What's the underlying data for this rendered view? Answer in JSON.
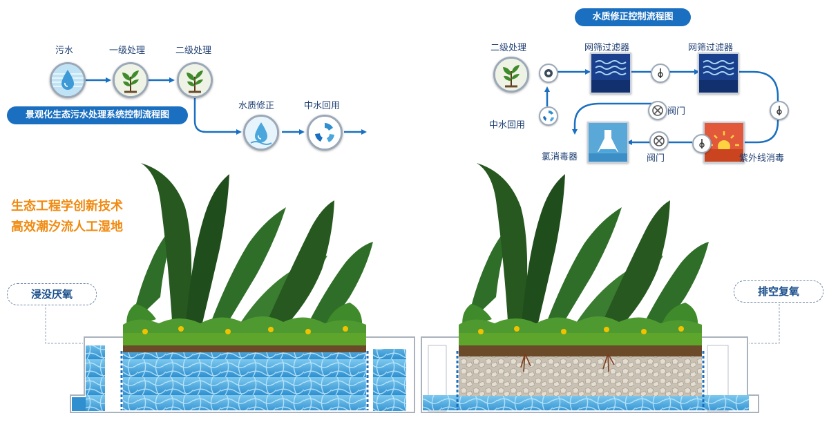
{
  "left_flow": {
    "steps": [
      "污水",
      "一级处理",
      "二级处理",
      "水质修正",
      "中水回用"
    ],
    "title": "景观化生态污水处理系统控制流程图"
  },
  "right_flow": {
    "title": "水质修正控制流程图",
    "secondary_treatment": "二级处理",
    "mesh_filter_1": "网筛过滤器",
    "mesh_filter_2": "网筛过滤器",
    "valve_upper": "阀门",
    "valve_lower": "阀门",
    "uv_disinfection": "紫外线消毒",
    "chlorine_disinfector": "氯消毒器",
    "reclaimed_water": "中水回用"
  },
  "headline": {
    "line1": "生态工程学创新技术",
    "line2": "高效潮汐流人工湿地"
  },
  "states": {
    "left": "浸没厌氧",
    "right": "排空复氧"
  },
  "colors": {
    "flow_blue": "#1a6fc0",
    "accent_orange": "#f08a10",
    "leaf_green": "#3f8a2a",
    "water_blue": "#4aa6dc"
  },
  "icons": [
    "water-drop-icon",
    "plant-icon",
    "plant-icon",
    "water-drop-icon",
    "recycle-icon",
    "valve-icon",
    "mesh-filter-icon",
    "sun-icon",
    "flask-icon"
  ]
}
